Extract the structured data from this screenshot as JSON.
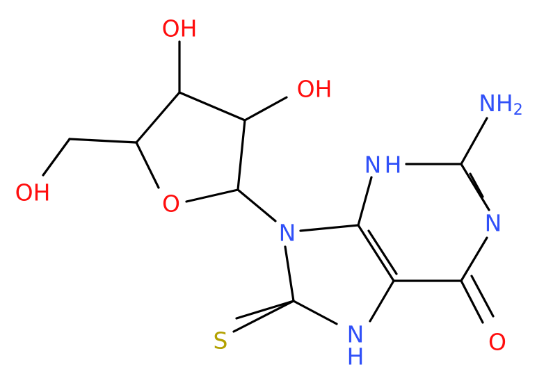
{
  "colors": {
    "oxygen": "#ff0d0d",
    "nitrogen": "#3050f8",
    "sulfur": "#b3a100",
    "bond": "#000000"
  },
  "labels": {
    "oh_top": "OH",
    "oh_mid": "OH",
    "oh_left": "OH",
    "ring_oxygen": "O",
    "n9": "N",
    "nh3": "H",
    "nh3_n": "N",
    "n1": "N",
    "nh2_n": "NH",
    "nh2_sub": "2",
    "n7_n": "N",
    "n7_h": "H",
    "carbonyl_o": "O",
    "thione_s": "S"
  }
}
